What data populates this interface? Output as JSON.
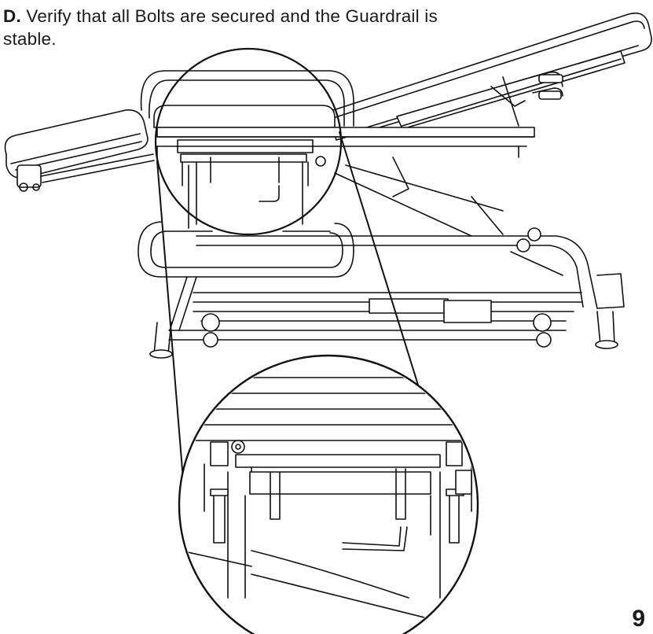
{
  "instruction": {
    "step_letter": "D.",
    "text": "Verify that all Bolts are secured and the Guardrail is stable."
  },
  "illustration": {
    "subject": "treatment-table-with-guardrail",
    "detail_callout": "guardrail-bolts-magnified"
  },
  "page_number": "9"
}
